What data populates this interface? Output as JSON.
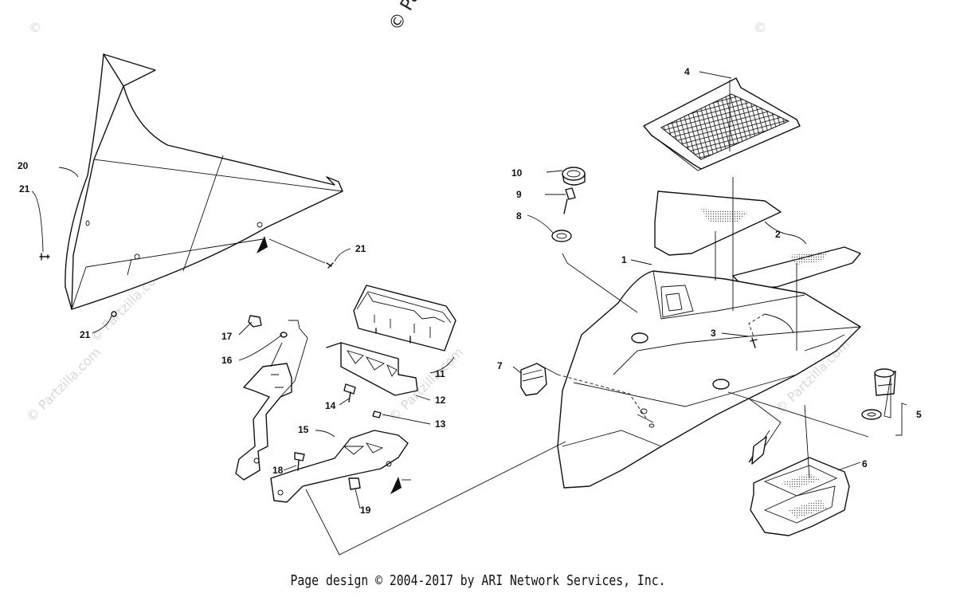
{
  "diagram": {
    "callouts": {
      "c1": "1",
      "c2": "2",
      "c3": "3",
      "c4": "4",
      "c5": "5",
      "c6": "6",
      "c7": "7",
      "c8": "8",
      "c9": "9",
      "c10": "10",
      "c11": "11",
      "c12": "12",
      "c13": "13",
      "c14": "14",
      "c15": "15",
      "c16": "16",
      "c17": "17",
      "c18": "18",
      "c19": "19",
      "c20": "20",
      "c21a": "21",
      "c21b": "21",
      "c21c": "21"
    },
    "watermark": {
      "top": "© Pa",
      "corner": "©",
      "repeat": "© Partzilla.com"
    }
  },
  "footer": {
    "text": "Page design © 2004-2017 by ARI Network Services, Inc."
  }
}
